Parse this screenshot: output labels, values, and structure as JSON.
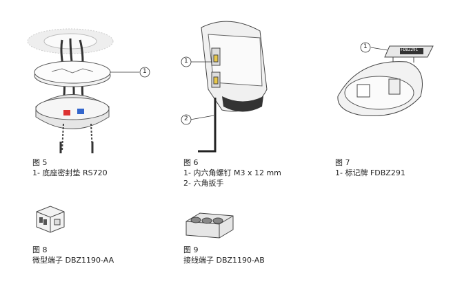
{
  "figures": [
    {
      "id": "fig5",
      "title": "图 5",
      "lines": [
        "1- 底座密封垫 RS720"
      ],
      "callout": "1"
    },
    {
      "id": "fig6",
      "title": "图 6",
      "lines": [
        "1- 内六角螺钉 M3 x 12 mm",
        "2- 六角扳手"
      ],
      "callouts": [
        "1",
        "2"
      ]
    },
    {
      "id": "fig7",
      "title": "图 7",
      "lines": [
        "1- 标记牌 FDBZ291"
      ],
      "callout": "1",
      "label_text": "FDBZ291"
    },
    {
      "id": "fig8",
      "title": "图 8",
      "lines": [
        "微型端子 DBZ1190-AA"
      ]
    },
    {
      "id": "fig9",
      "title": "图 9",
      "lines": [
        "接线端子 DBZ1190-AB"
      ]
    }
  ],
  "icons": {
    "fig5": "detector-base-with-seal-exploded",
    "fig6": "detector-head-with-hex-screw-and-wrench",
    "fig7": "base-with-label-plate",
    "fig8": "mini-terminal-block",
    "fig9": "terminal-connector-block"
  }
}
